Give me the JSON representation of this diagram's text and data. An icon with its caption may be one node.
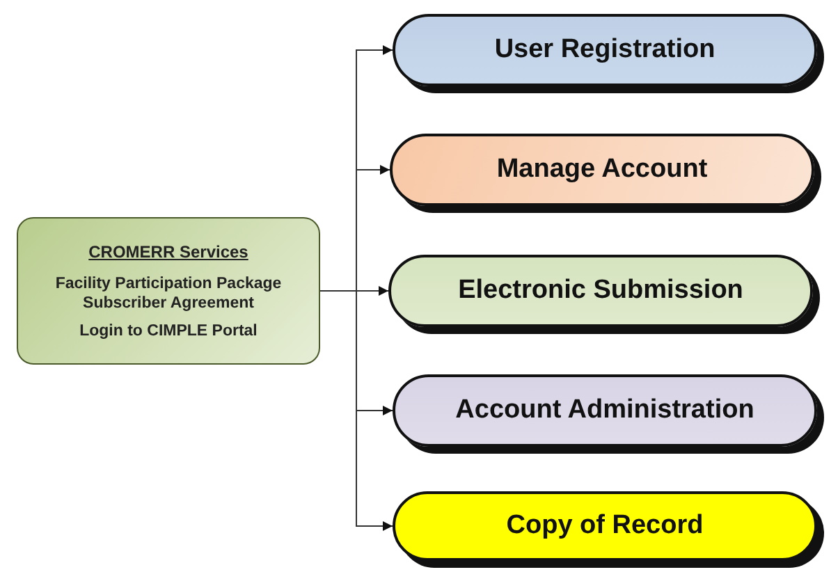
{
  "diagram": {
    "nodes": [
      {
        "text": [
          "CROMERR Services",
          "Facility Participation Package",
          "Subscriber Agreement",
          "Login to CIMPLE Portal"
        ]
      },
      {
        "text": [
          "User Registration"
        ]
      },
      {
        "text": [
          "Manage Account"
        ]
      },
      {
        "text": [
          "Electronic Submission"
        ]
      },
      {
        "text": [
          "Account Administration"
        ]
      },
      {
        "text": [
          "Copy of Record"
        ]
      }
    ],
    "edges": [
      {
        "from": 0,
        "to": 1,
        "arrow": "to"
      },
      {
        "from": 0,
        "to": 2,
        "arrow": "to"
      },
      {
        "from": 0,
        "to": 3,
        "arrow": "to"
      },
      {
        "from": 0,
        "to": 4,
        "arrow": "to"
      },
      {
        "from": 0,
        "to": 5,
        "arrow": "to"
      }
    ]
  }
}
